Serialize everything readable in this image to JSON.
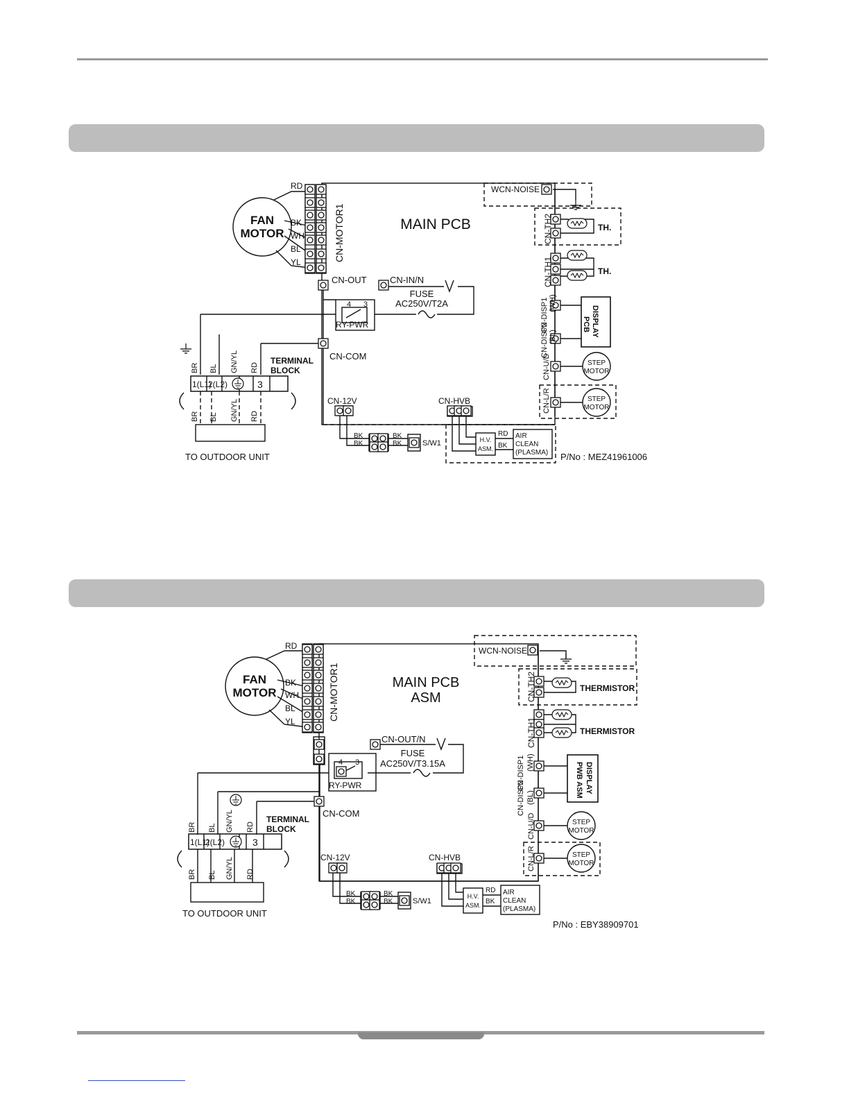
{
  "diagram1": {
    "fan_motor": [
      "FAN",
      "MOTOR"
    ],
    "wire_colors": {
      "rd": "RD",
      "bk": "BK",
      "wh": "WH",
      "bl": "BL",
      "yl": "YL"
    },
    "cn_motor1": "CN-MOTOR1",
    "main_pcb": "MAIN PCB",
    "wcn_noise": "WCN-NOISE",
    "cn_th2": "CN-TH2",
    "cn_th1": "CN-TH1",
    "th_label": "TH.",
    "cn_out": "CN-OUT",
    "cn_in_n": "CN-IN/N",
    "fuse": "FUSE",
    "fuse_rating": "AC250V/T2A",
    "relay_pin4": "4",
    "relay_pin3": "3",
    "ry_pwr": "RY-PWR",
    "cn_disp1": "CN-DISP1",
    "cn_disp1_color": "(WH)",
    "cn_disp2": "CN-DISP2",
    "cn_disp2_color": "(BL)",
    "display_pcb": [
      "DISPLAY",
      "PCB"
    ],
    "cn_com": "CN-COM",
    "terminal_block": [
      "TERMINAL",
      "BLOCK"
    ],
    "tb_wires": {
      "br": "BR",
      "bl": "BL",
      "gnyl": "GN/YL",
      "rd": "RD"
    },
    "tb_cells": {
      "c1": "1(L1)",
      "c2": "2(L2)",
      "c3": "3"
    },
    "cn_ud": "CN-U/D",
    "cn_lr": "CN-L/R",
    "step_motor": [
      "STEP",
      "MOTOR"
    ],
    "cn_12v": "CN-12V",
    "cn_hvb": "CN-HVB",
    "sw_wires": {
      "bk": "BK"
    },
    "sw1": "S/W1",
    "hv_asm": [
      "H.V.",
      "ASM."
    ],
    "hv_wires": {
      "rd": "RD",
      "bk": "BK"
    },
    "air_clean": [
      "AIR",
      "CLEAN",
      "(PLASMA)"
    ],
    "to_outdoor": "TO OUTDOOR UNIT",
    "part_no": "P/No : MEZ41961006"
  },
  "diagram2": {
    "fan_motor": [
      "FAN",
      "MOTOR"
    ],
    "wire_colors": {
      "rd": "RD",
      "bk": "BK",
      "wh": "WH",
      "bl": "BL",
      "yl": "YL"
    },
    "cn_motor1": "CN-MOTOR1",
    "main_pcb": [
      "MAIN PCB",
      "ASM"
    ],
    "wcn_noise": "WCN-NOISE",
    "cn_th2": "CN-TH2",
    "cn_th1": "CN-TH1",
    "thermistor": "THERMISTOR",
    "cn_out_n": "CN-OUT/N",
    "fuse": "FUSE",
    "fuse_rating": "AC250V/T3.15A",
    "relay_pin4": "4",
    "relay_pin3": "3",
    "ry_pwr": "RY-PWR",
    "cn_disp1": "CN-DISP1",
    "cn_disp1_color": "(WH)",
    "cn_disp2": "CN-DISP2",
    "cn_disp2_color": "(BL)",
    "display_pwb": [
      "DISPLAY",
      "PWB ASM"
    ],
    "cn_com": "CN-COM",
    "terminal_block": [
      "TERMINAL",
      "BLOCK"
    ],
    "tb_wires": {
      "br": "BR",
      "bl": "BL",
      "gnyl": "GN/YL",
      "rd": "RD"
    },
    "tb_cells": {
      "c1": "1(L1)",
      "c2": "2(L2)",
      "c3": "3"
    },
    "cn_ud": "CN-U/D",
    "cn_lr": "CN-L/R",
    "step_motor": [
      "STEP",
      "MOTOR"
    ],
    "cn_12v": "CN-12V",
    "cn_hvb": "CN-HVB",
    "sw_wires": {
      "bk": "BK"
    },
    "sw1": "S/W1",
    "hv_asm": [
      "H.V.",
      "ASM."
    ],
    "hv_wires": {
      "rd": "RD",
      "bk": "BK"
    },
    "air_clean": [
      "AIR",
      "CLEAN",
      "(PLASMA)"
    ],
    "to_outdoor": "TO OUTDOOR UNIT",
    "part_no": "P/No : EBY38909701"
  }
}
